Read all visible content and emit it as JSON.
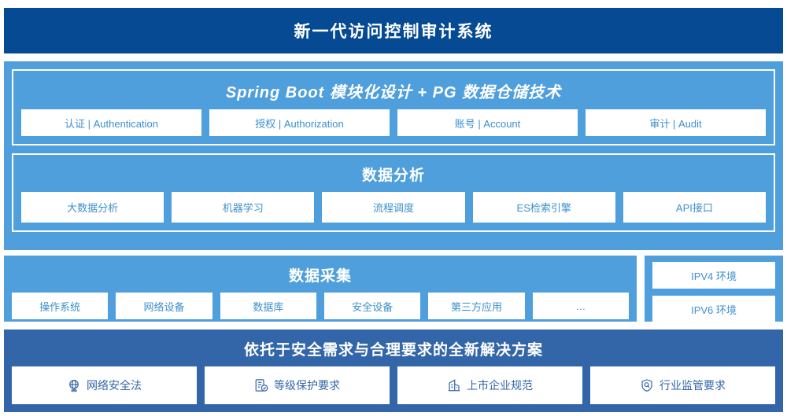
{
  "header": {
    "title": "新一代访问控制审计系统"
  },
  "architecture": {
    "springboot": {
      "title": "Spring Boot 模块化设计 + PG 数据仓储技术",
      "items": [
        {
          "label": "认证 | Authentication"
        },
        {
          "label": "授权 | Authorization"
        },
        {
          "label": "账号 | Account"
        },
        {
          "label": "审计 | Audit"
        }
      ]
    },
    "analysis": {
      "title": "数据分析",
      "items": [
        {
          "label": "大数据分析"
        },
        {
          "label": "机器学习"
        },
        {
          "label": "流程调度"
        },
        {
          "label": "ES检索引擎"
        },
        {
          "label": "API接口"
        }
      ]
    }
  },
  "collection": {
    "title": "数据采集",
    "items": [
      {
        "label": "操作系统"
      },
      {
        "label": "网络设备"
      },
      {
        "label": "数据库"
      },
      {
        "label": "安全设备"
      },
      {
        "label": "第三方应用"
      },
      {
        "label": "…"
      }
    ]
  },
  "ip_env": {
    "items": [
      {
        "label": "IPV4 环境"
      },
      {
        "label": "IPV6 环境"
      }
    ]
  },
  "solution": {
    "title": "依托于安全需求与合理要求的全新解决方案",
    "items": [
      {
        "label": "网络安全法",
        "icon": "globe-network-icon"
      },
      {
        "label": "等级保护要求",
        "icon": "document-check-icon"
      },
      {
        "label": "上市企业规范",
        "icon": "bank-building-icon"
      },
      {
        "label": "行业监管要求",
        "icon": "shield-search-icon"
      }
    ]
  },
  "colors": {
    "header_blue": "#054a92",
    "body_blue": "#4e9fdc",
    "solution_blue": "#3366a8",
    "card_text_blue": "#3d8fcc"
  }
}
